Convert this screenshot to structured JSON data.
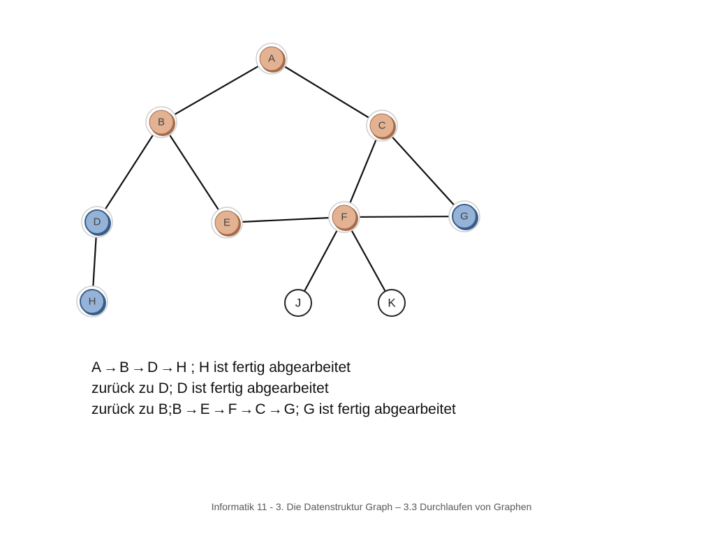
{
  "graph": {
    "colors": {
      "visited_fill": "#e2b292",
      "visited_stroke": "#a56c4a",
      "finished_fill": "#95b3d7",
      "finished_stroke": "#385d8a",
      "unvisited_fill": "#ffffff",
      "unvisited_stroke": "#222222"
    },
    "nodes": [
      {
        "id": "A",
        "label": "A",
        "state": "visited"
      },
      {
        "id": "B",
        "label": "B",
        "state": "visited"
      },
      {
        "id": "C",
        "label": "C",
        "state": "visited"
      },
      {
        "id": "D",
        "label": "D",
        "state": "finished"
      },
      {
        "id": "E",
        "label": "E",
        "state": "visited"
      },
      {
        "id": "F",
        "label": "F",
        "state": "visited"
      },
      {
        "id": "G",
        "label": "G",
        "state": "finished"
      },
      {
        "id": "H",
        "label": "H",
        "state": "finished"
      },
      {
        "id": "J",
        "label": "J",
        "state": "unvisited"
      },
      {
        "id": "K",
        "label": "K",
        "state": "unvisited"
      }
    ],
    "edges": [
      [
        "A",
        "B"
      ],
      [
        "A",
        "C"
      ],
      [
        "B",
        "D"
      ],
      [
        "B",
        "E"
      ],
      [
        "C",
        "F"
      ],
      [
        "C",
        "G"
      ],
      [
        "D",
        "H"
      ],
      [
        "E",
        "F"
      ],
      [
        "F",
        "G"
      ],
      [
        "F",
        "J"
      ],
      [
        "F",
        "K"
      ]
    ]
  },
  "traversal": {
    "lines": [
      [
        "A",
        "B",
        "D",
        "H ; H ist fertig abgearbeitet"
      ],
      [
        "zurück zu D; D ist fertig abgearbeitet"
      ],
      [
        "zurück zu B;B",
        "E",
        "F",
        "C",
        "G; G ist fertig abgearbeitet"
      ]
    ]
  },
  "footer": {
    "text": "Informatik 11 - 3. Die Datenstruktur Graph – 3.3 Durchlaufen von Graphen"
  }
}
